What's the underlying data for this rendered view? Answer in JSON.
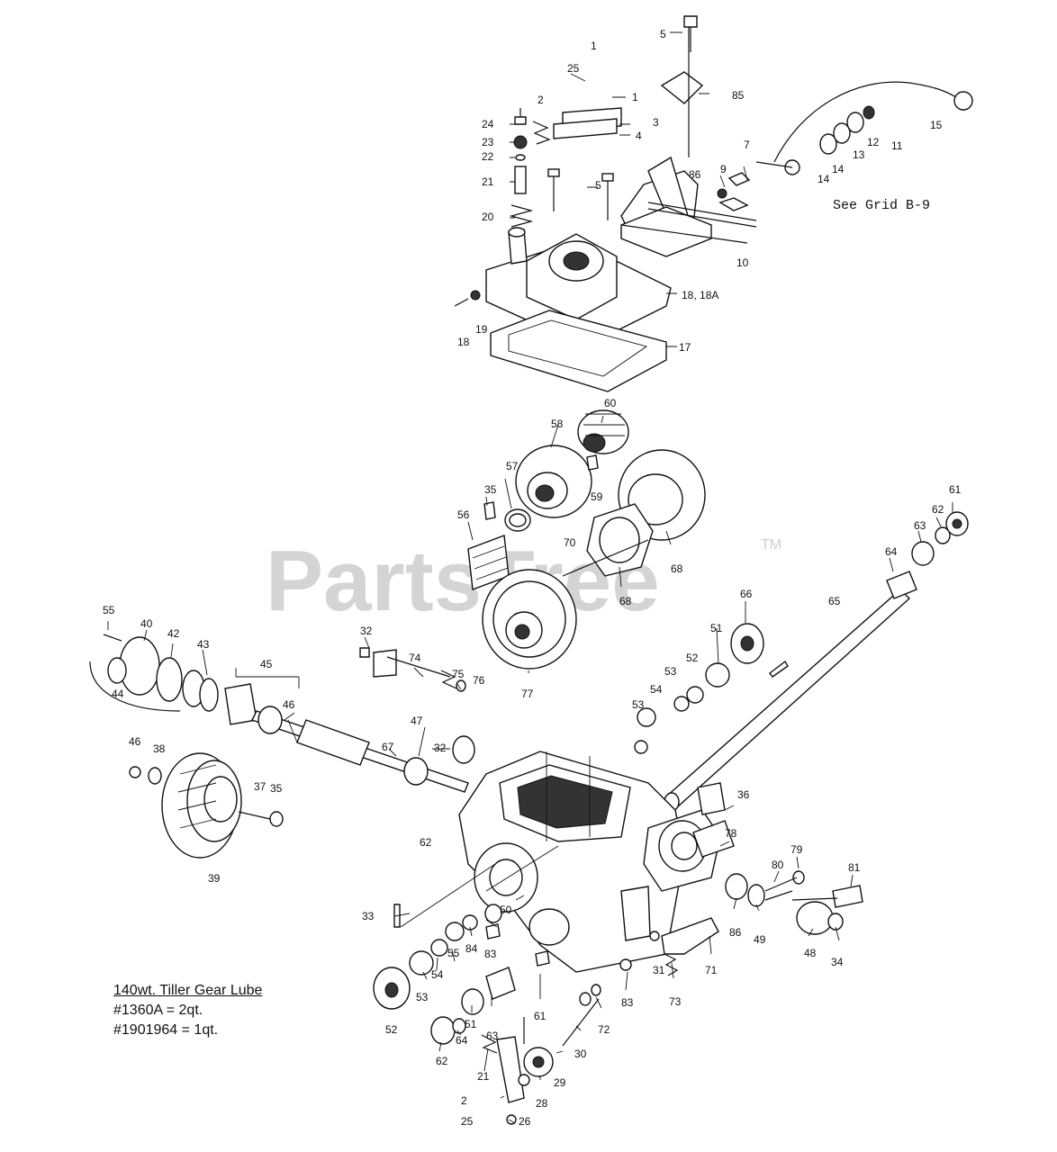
{
  "watermark": "PartsTree",
  "trademark": "TM",
  "see_grid": "See Grid B-9",
  "lube": {
    "title": "140wt. Tiller Gear Lube",
    "line1": "#1360A = 2qt.",
    "line2": "#1901964 = 1qt."
  },
  "callouts": [
    "1",
    "1",
    "2",
    "3",
    "4",
    "5",
    "5",
    "85",
    "25",
    "24",
    "23",
    "22",
    "21",
    "20",
    "7",
    "9",
    "86",
    "10",
    "11",
    "12",
    "13",
    "14",
    "14",
    "15",
    "18, 18A",
    "19",
    "18",
    "17",
    "60",
    "58",
    "59",
    "57",
    "35",
    "56",
    "70",
    "68",
    "68",
    "61",
    "62",
    "63",
    "64",
    "65",
    "66",
    "51",
    "52",
    "53",
    "54",
    "53",
    "55",
    "40",
    "42",
    "44",
    "43",
    "45",
    "46",
    "32",
    "74",
    "75",
    "76",
    "77",
    "67",
    "47",
    "32",
    "46",
    "38",
    "37",
    "35",
    "39",
    "36",
    "62",
    "78",
    "79",
    "81",
    "80",
    "86",
    "49",
    "48",
    "34",
    "33",
    "50",
    "83",
    "84",
    "55",
    "54",
    "53",
    "52",
    "51",
    "63",
    "64",
    "62",
    "61",
    "83",
    "31",
    "73",
    "71",
    "72",
    "30",
    "29",
    "28",
    "21",
    "2",
    "25",
    "26",
    "28"
  ]
}
